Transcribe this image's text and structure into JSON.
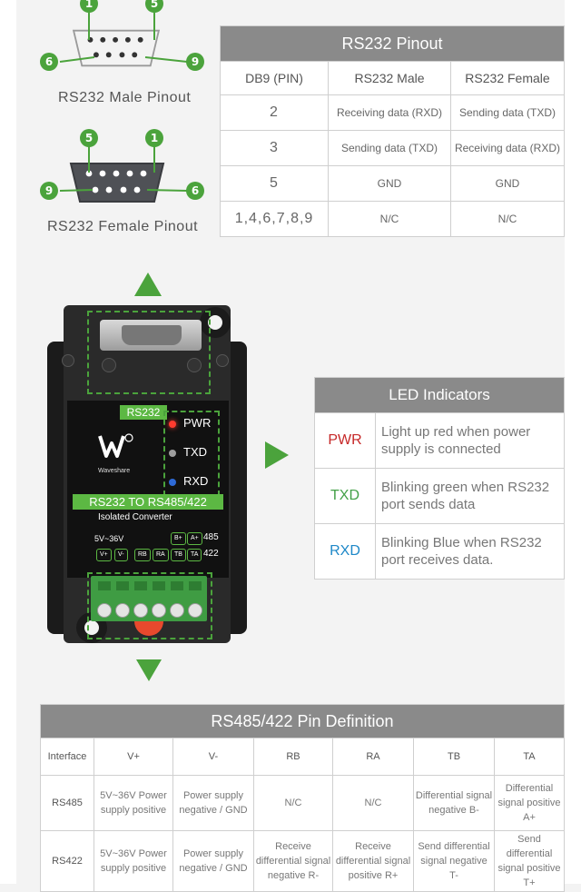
{
  "connectors": {
    "male": {
      "label": "RS232 Male Pinout",
      "pin_tl": "1",
      "pin_tr": "5",
      "pin_bl": "6",
      "pin_br": "9"
    },
    "female": {
      "label": "RS232 Female Pinout",
      "pin_tl": "5",
      "pin_tr": "1",
      "pin_bl": "9",
      "pin_br": "6"
    }
  },
  "pinout_table": {
    "title": "RS232 Pinout",
    "headers": [
      "DB9 (PIN)",
      "RS232 Male",
      "RS232 Female"
    ],
    "rows": [
      [
        "2",
        "Receiving data (RXD)",
        "Sending data (TXD)"
      ],
      [
        "3",
        "Sending data (TXD)",
        "Receiving data (RXD)"
      ],
      [
        "5",
        "GND",
        "GND"
      ],
      [
        "1,4,6,7,8,9",
        "N/C",
        "N/C"
      ]
    ]
  },
  "led_table": {
    "title": "LED Indicators",
    "rows": [
      {
        "name": "PWR",
        "desc": "Light up red when power supply is connected",
        "color": "#c62828"
      },
      {
        "name": "TXD",
        "desc": "Blinking green when RS232 port sends data",
        "color": "#43a047"
      },
      {
        "name": "RXD",
        "desc": "Blinking Blue when RS232 port receives data.",
        "color": "#1e88c8"
      }
    ]
  },
  "device": {
    "port_label": "RS232",
    "brand": "Waveshare",
    "title": "RS232 TO RS485/422",
    "subtitle": "Isolated Converter",
    "voltage": "5V~36V",
    "leds": [
      "PWR",
      "TXD",
      "RXD"
    ],
    "led_colors": [
      "#ff3b2f",
      "#9e9e9e",
      "#2e6ad6"
    ],
    "row485": [
      "B+",
      "A+"
    ],
    "row485_label": "485",
    "row422": [
      "V+",
      "V-",
      "RB",
      "RA",
      "TB",
      "TA"
    ],
    "row422_label": "422"
  },
  "definition_table": {
    "title": "RS485/422 Pin Definition",
    "headers": [
      "Interface",
      "V+",
      "V-",
      "RB",
      "RA",
      "TB",
      "TA"
    ],
    "rows": [
      [
        "RS485",
        "5V~36V Power supply positive",
        "Power supply negative / GND",
        "N/C",
        "N/C",
        "Differential signal negative B-",
        "Differential signal positive A+"
      ],
      [
        "RS422",
        "5V~36V Power supply positive",
        "Power supply negative / GND",
        "Receive differential signal negative R-",
        "Receive differential signal positive R+",
        "Send differential signal negative T-",
        "Send differential signal positive T+"
      ]
    ]
  },
  "colors": {
    "accent_green": "#4ba33c",
    "header_gray": "#8a8a8a"
  }
}
